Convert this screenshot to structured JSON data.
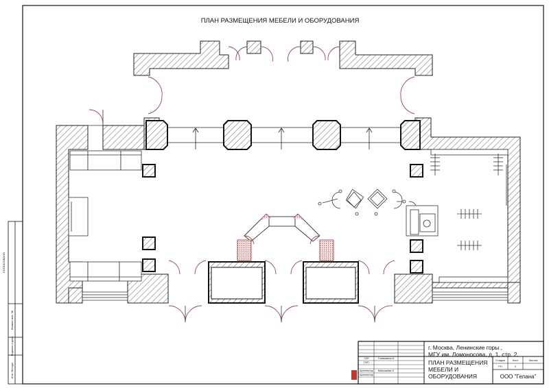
{
  "title": "ПЛАН РАЗМЕЩЕНИЯ МЕБЕЛИ И ОБОРУДОВАНИЯ",
  "side_stamp": {
    "agreed": "СОГЛАСОВАНО",
    "replaced_inv": "Взамен инв. №",
    "sign_date": "Подпись и дата",
    "inv_orig": "Инв. № подл."
  },
  "title_block": {
    "address": [
      "г. Москва, Ленинские горы ,",
      "МГУ им. Ломоносова, д. 1, стр. 2."
    ],
    "sheet_title": [
      "ПЛАН РАЗМЕЩЕНИЯ",
      "МЕБЕЛИ И",
      "ОБОРУДОВАНИЯ"
    ],
    "company": "ООО \"Гелана\"",
    "col_stage": "Стадия",
    "col_sheet": "Лист",
    "col_sheets": "Листов",
    "stage_value": "РП",
    "sheet_value": "2",
    "roles": [
      {
        "role": "ГАП",
        "name": "Голышкина А."
      },
      {
        "role": "ГИП",
        "name": ""
      },
      {
        "role": "Архитектор",
        "name": "Малышева О."
      },
      {
        "role": "Архитектор",
        "name": ""
      }
    ]
  },
  "colors": {
    "wall": "#222222",
    "door": "#a04848",
    "brick": "#c0392b"
  }
}
